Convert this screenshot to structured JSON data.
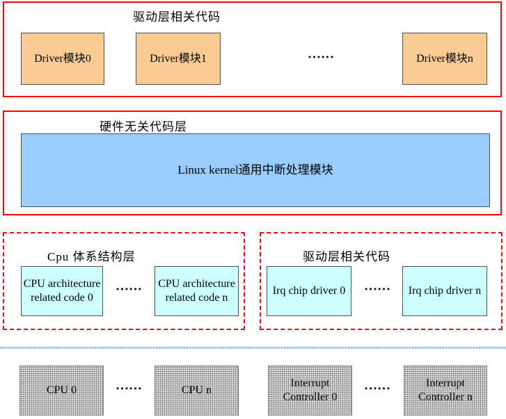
{
  "colors": {
    "red_border": "#ff0000",
    "driver_box": "#fbcb94",
    "kernel_box": "#99ccff",
    "arch_box": "#ccffff",
    "hw_box_bg": "#dcdcdc",
    "divider": "#9fc5ea"
  },
  "sections": {
    "driver_layer": {
      "label": "驱动层相关代码",
      "boxes": [
        "Driver模块0",
        "Driver模块1",
        "Driver模块n"
      ],
      "ellipsis": "……"
    },
    "hw_independent": {
      "label": "硬件无关代码层",
      "box": "Linux kernel通用中断处理模块"
    },
    "cpu_arch": {
      "label": "Cpu 体系结构层",
      "boxes": [
        "CPU architecture related code 0",
        "CPU architecture related code n"
      ],
      "ellipsis": "……"
    },
    "irq_driver": {
      "label": "驱动层相关代码",
      "boxes": [
        "Irq chip driver 0",
        "Irq chip driver n"
      ],
      "ellipsis": "……"
    },
    "hardware": {
      "cpus": [
        "CPU 0",
        "CPU n"
      ],
      "controllers": [
        "Interrupt Controller 0",
        "Interrupt Controller n"
      ],
      "ellipsis": "……"
    }
  }
}
